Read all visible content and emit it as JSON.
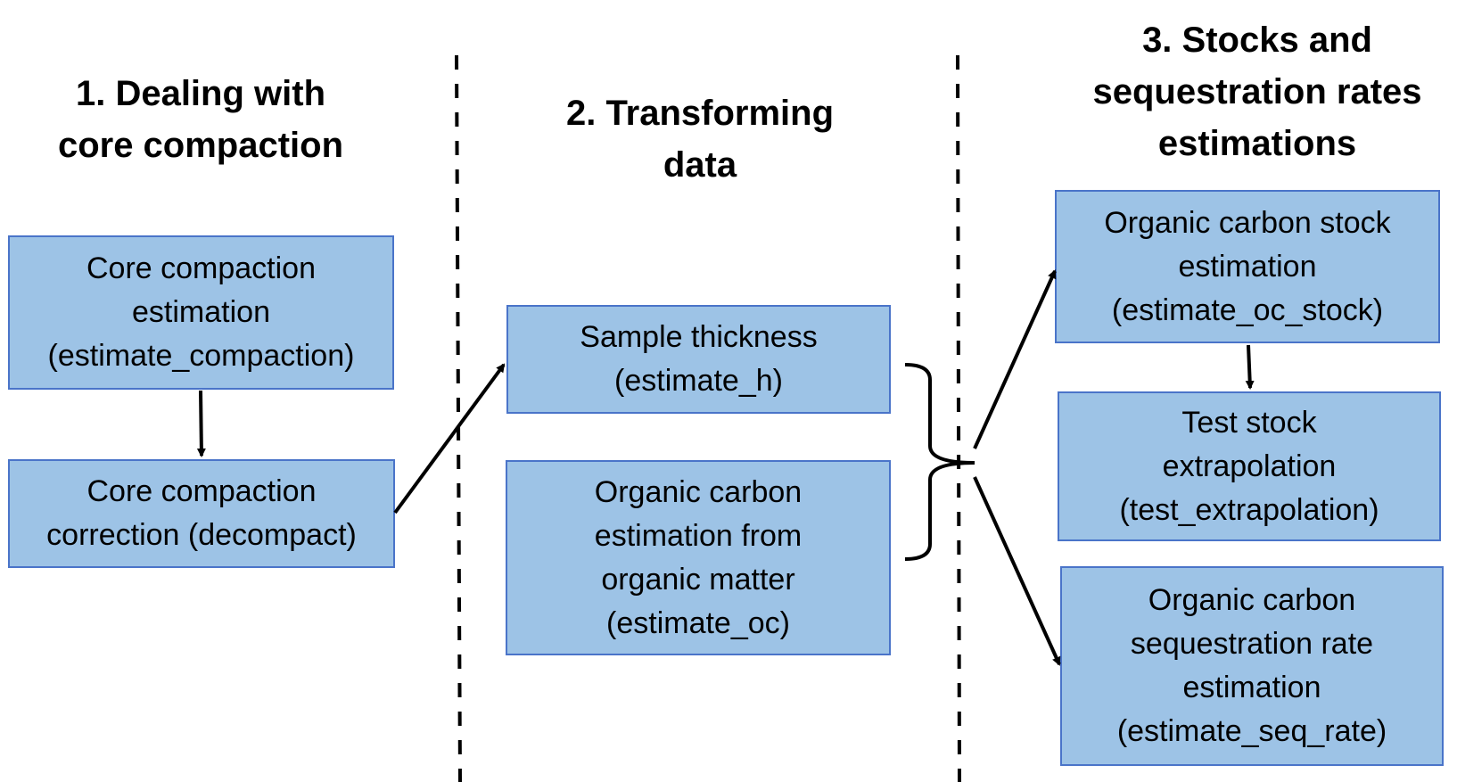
{
  "colors": {
    "box_fill": "#9dc3e6",
    "box_border": "#4a74c9",
    "line": "#000000"
  },
  "headings": {
    "step1": [
      "1. Dealing with",
      "core compaction"
    ],
    "step2": [
      "2. Transforming",
      "data"
    ],
    "step3": [
      "3. Stocks and",
      "sequestration rates",
      "estimations"
    ]
  },
  "boxes": {
    "compaction_estimation": [
      "Core compaction",
      "estimation",
      "(estimate_compaction)"
    ],
    "compaction_correction": [
      "Core compaction",
      "correction (decompact)"
    ],
    "sample_thickness": [
      "Sample thickness",
      "(estimate_h)"
    ],
    "oc_from_om": [
      "Organic carbon",
      "estimation from",
      "organic matter",
      "(estimate_oc)"
    ],
    "oc_stock": [
      "Organic carbon stock",
      "estimation",
      "(estimate_oc_stock)"
    ],
    "test_extrapolation": [
      "Test stock",
      "extrapolation",
      "(test_extrapolation)"
    ],
    "seq_rate": [
      "Organic carbon",
      "sequestration rate",
      "estimation",
      "(estimate_seq_rate)"
    ]
  }
}
